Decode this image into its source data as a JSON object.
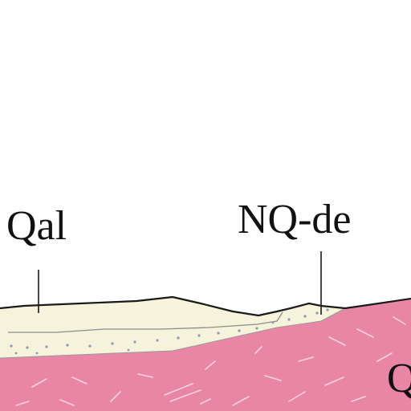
{
  "labels": {
    "qal": "Qal",
    "nqde": "NQ-de",
    "partial_right": "Q"
  },
  "colors": {
    "background": "#ffffff",
    "alluvium": "#f6f3dc",
    "bedrock": "#e986a6",
    "bedrock_streak": "#f7d3df",
    "dots": "#8f9aa8",
    "line": "#1a1a1a"
  }
}
